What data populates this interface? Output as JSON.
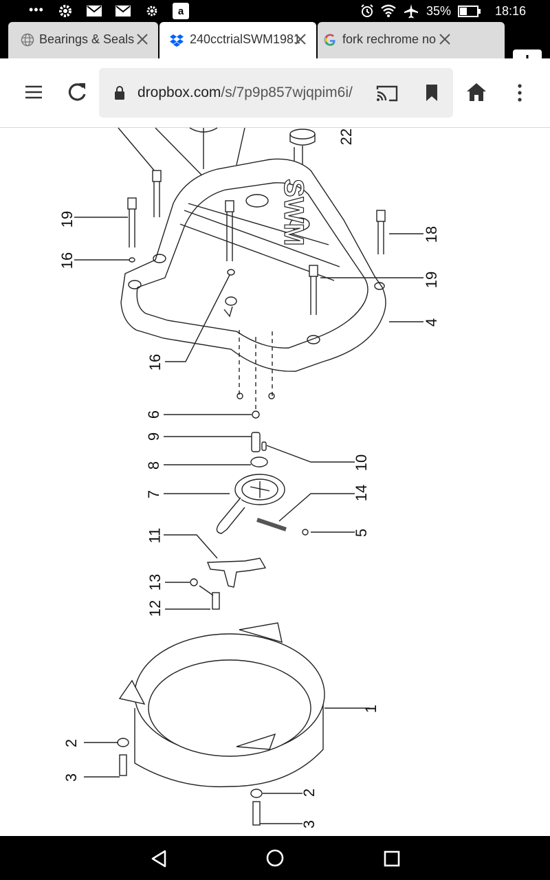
{
  "status_bar": {
    "overflow": "•••",
    "battery": "35%",
    "time": "18:16",
    "icons": [
      "settings-icon",
      "gmail-icon",
      "gmail-icon",
      "settings-icon",
      "amazon-icon",
      "alarm-icon",
      "wifi-icon",
      "airplane-icon",
      "battery-icon"
    ]
  },
  "tabs": [
    {
      "title": "Bearings & Seals",
      "icon": "globe-icon",
      "active": false
    },
    {
      "title": "240cctrialSWM1981",
      "icon": "dropbox-icon",
      "active": true
    },
    {
      "title": "fork rechrome no",
      "icon": "google-icon",
      "active": false
    }
  ],
  "toolbar": {
    "url_domain": "dropbox.com",
    "url_path": "/s/7p9p857wjqpim6i/",
    "icons": [
      "menu-icon",
      "reload-icon",
      "lock-icon",
      "cast-icon",
      "bookmark-icon",
      "home-icon",
      "more-icon"
    ]
  },
  "diagram": {
    "callouts": {
      "n22": "22",
      "n19a": "19",
      "n16a": "16",
      "n18": "18",
      "n19b": "19",
      "n4": "4",
      "n16b": "16",
      "n6": "6",
      "n9": "9",
      "n10": "10",
      "n8": "8",
      "n7": "7",
      "n14": "14",
      "n5": "5",
      "n11": "11",
      "n13": "13",
      "n12": "12",
      "n1": "1",
      "n2a": "2",
      "n3a": "3",
      "n2b": "2",
      "n3b": "3"
    },
    "cover_lettering": "SWM"
  },
  "nav_bar": {
    "icons": [
      "back-icon",
      "home-circle-icon",
      "recents-icon"
    ]
  }
}
